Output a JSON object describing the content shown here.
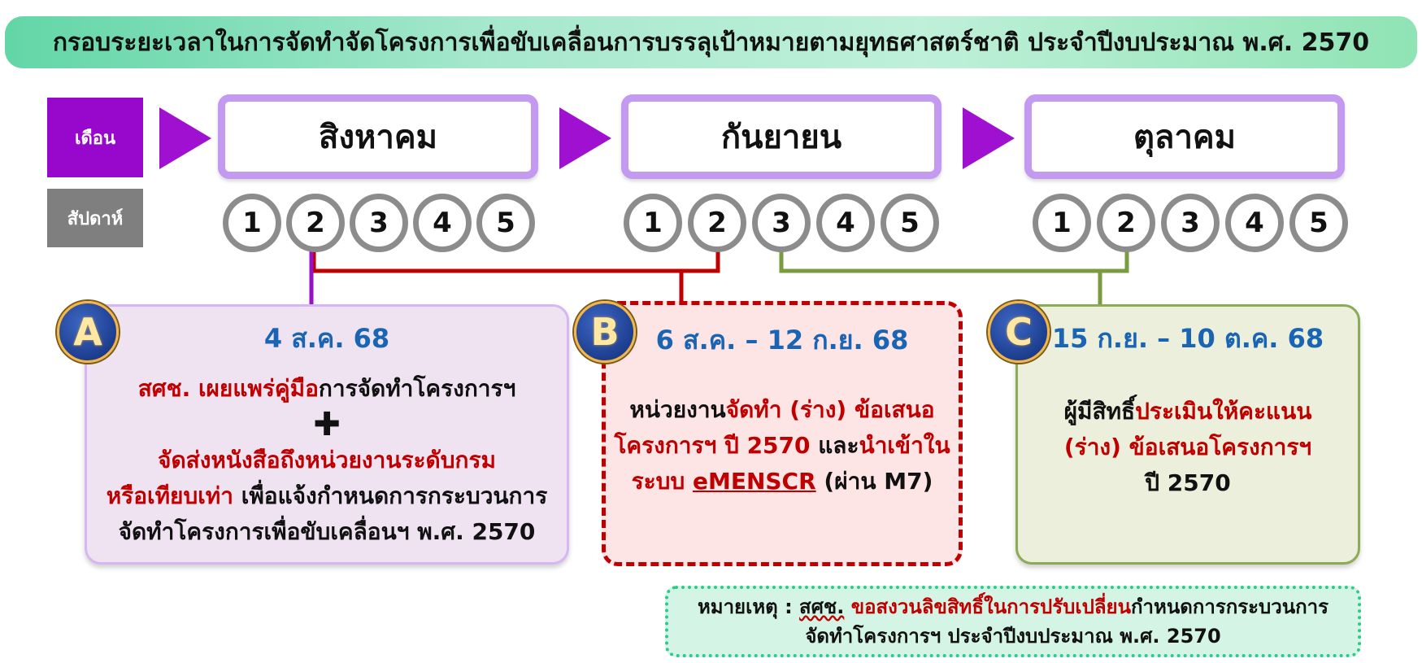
{
  "title": "กรอบระยะเวลาในการจัดทำจัดโครงการเพื่อขับเคลื่อนการบรรลุเป้าหมายตามยุทธศาสตร์ชาติ ประจำปีงบประมาณ พ.ศ. 2570",
  "row_labels": {
    "month": "เดือน",
    "week": "สัปดาห์"
  },
  "months": [
    {
      "name": "สิงหาคม",
      "weeks": [
        "1",
        "2",
        "3",
        "4",
        "5"
      ]
    },
    {
      "name": "กันยายน",
      "weeks": [
        "1",
        "2",
        "3",
        "4",
        "5"
      ]
    },
    {
      "name": "ตุลาคม",
      "weeks": [
        "1",
        "2",
        "3",
        "4",
        "5"
      ]
    }
  ],
  "colors": {
    "purple": "#9708cc",
    "red": "#c00000",
    "green": "#7a9b40",
    "date_blue": "#1a64b4"
  },
  "cards": {
    "a": {
      "badge": "A",
      "date": "4 ส.ค. 68",
      "l1_red": "สศช. เผยแพร่คู่มือ",
      "l1_rest": "การจัดทำโครงการฯ",
      "plus": "✚",
      "l2_red": "จัดส่งหนังสือถึงหน่วยงานระดับกรม",
      "l3_red": "หรือเทียบเท่า",
      "l3_rest": " เพื่อแจ้งกำหนดการกระบวนการ",
      "l4": "จัดทำโครงการเพื่อขับเคลื่อนฯ พ.ศ. 2570"
    },
    "b": {
      "badge": "B",
      "date": "6 ส.ค. – 12 ก.ย. 68",
      "l1_a": "หน่วยงาน",
      "l1_red": "จัดทำ (ร่าง) ข้อเสนอ",
      "l2_red": "โครงการฯ ปี 2570",
      "l2_mid": " และ",
      "l2_red2": "นำเข้าใน",
      "l3_red": "ระบบ ",
      "l3_ul": "eMENSCR",
      "l3_rest": " (ผ่าน M7)"
    },
    "c": {
      "badge": "C",
      "date": "15 ก.ย. – 10 ต.ค. 68",
      "l1_a": "ผู้มีสิทธิ์",
      "l1_red": "ประเมินให้คะแนน",
      "l2_red": "(ร่าง) ข้อเสนอโครงการฯ",
      "l3": "ปี 2570"
    }
  },
  "note": {
    "prefix": "หมายเหตุ : ",
    "org": "สศช.",
    "red": " ขอสงวนลิขสิทธิ์ในการปรับเปลี่ยน",
    "rest": "กำหนดการกระบวนการ",
    "line2": "จัดทำโครงการฯ ประจำปีงบประมาณ พ.ศ. 2570"
  }
}
